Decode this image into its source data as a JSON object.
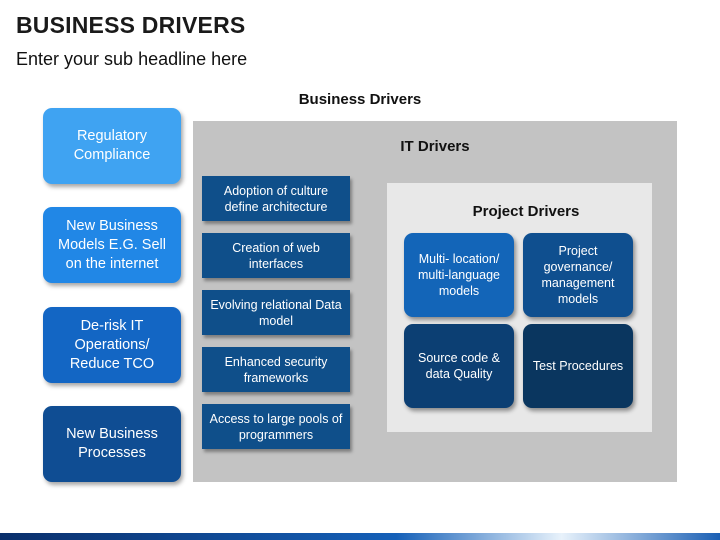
{
  "title": "BUSINESS DRIVERS",
  "subtitle": "Enter your sub headline here",
  "diagram_header": "Business Drivers",
  "business_drivers": [
    {
      "text": "Regulatory Compliance",
      "color": "#3fa3f2"
    },
    {
      "text": "New Business Models E.G. Sell on the internet",
      "color": "#2187e6"
    },
    {
      "text": "De-risk IT Operations/ Reduce TCO",
      "color": "#1366c4"
    },
    {
      "text": "New Business Processes",
      "color": "#0f4d93"
    }
  ],
  "it_drivers": {
    "title": "IT Drivers",
    "items": [
      "Adoption of culture define architecture",
      "Creation of web interfaces",
      "Evolving relational Data model",
      "Enhanced security frameworks",
      "Access to large pools of programmers"
    ],
    "color": "#0f4f8a"
  },
  "project_drivers": {
    "title": "Project Drivers",
    "items": [
      {
        "text": "Multi- location/ multi-language models",
        "color": "#1365b8"
      },
      {
        "text": "Project governance/ management models",
        "color": "#0f4f8f"
      },
      {
        "text": "Source code & data Quality",
        "color": "#0c3f73"
      },
      {
        "text": "Test Procedures",
        "color": "#0a365f"
      }
    ]
  }
}
